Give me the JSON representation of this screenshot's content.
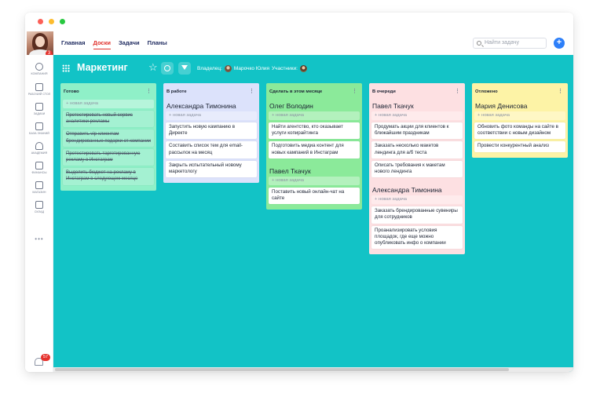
{
  "nav": {
    "tabs": [
      "Главная",
      "Доски",
      "Задачи",
      "Планы"
    ],
    "active": "Доски",
    "search_placeholder": "Найти задачу",
    "add_label": "+",
    "user_badge": "3"
  },
  "sidebar": {
    "items": [
      {
        "label": "КОМПАНИЯ",
        "icon": "people-icon"
      },
      {
        "label": "РАБОЧИЙ СТОЛ",
        "icon": "dashboard-icon"
      },
      {
        "label": "ЗАДАЧИ",
        "icon": "tasks-icon"
      },
      {
        "label": "БАЗА ЗНАНИЙ",
        "icon": "knowledge-icon"
      },
      {
        "label": "АКАДЕМИЯ",
        "icon": "academy-icon"
      },
      {
        "label": "ФИНАНСЫ",
        "icon": "finance-icon"
      },
      {
        "label": "МАГАЗИН",
        "icon": "shop-icon"
      },
      {
        "label": "СКЛАД",
        "icon": "warehouse-icon"
      }
    ],
    "more": "•••",
    "notifications": "57"
  },
  "board": {
    "title": "Маркетинг",
    "owner_label": "Владелец:",
    "owner_name": "Марочко Юлия",
    "participants_label": "Участники:",
    "colors": {
      "background": "#12c3c6",
      "done": "#8ff0c8",
      "in_progress": "#dce2fb",
      "this_month": "#8bea9a",
      "queue": "#fde0e2",
      "postponed": "#fdf3a6"
    },
    "columns": [
      {
        "title": "Готово",
        "groups": [
          {
            "assignee": "",
            "new_task": "+ новая задача",
            "cards": [
              "Протестировать новый сервис аналитики рекламы",
              "Отправить vip-клиентам брендированные подарки от компании",
              "Протестировать таргетированную рекламу в Инстаграм",
              "Выделить бюджет на рекламу в Инстаграм в следующем месяце"
            ]
          }
        ]
      },
      {
        "title": "В работе",
        "groups": [
          {
            "assignee": "Александра Тимонина",
            "new_task": "+ новая задача",
            "cards": [
              "Запустить новую кампанию в Директе",
              "Составить список тем для email-рассылок на месяц",
              "Закрыть испытательный новому маркетологу"
            ]
          }
        ]
      },
      {
        "title": "Сделать в этом месяце",
        "groups": [
          {
            "assignee": "Олег Володин",
            "new_task": "+ новая задача",
            "cards": [
              "Найти агентство, кто оказывает услуги копирайтинга",
              "Подготовить медиа контент для новых кампаний в Инстаграм"
            ]
          },
          {
            "assignee": "Павел Ткачук",
            "new_task": "+ новая задача",
            "cards": [
              "Поставить новый онлайн-чат на сайте"
            ]
          }
        ]
      },
      {
        "title": "В очереди",
        "groups": [
          {
            "assignee": "Павел Ткачук",
            "new_task": "+ новая задача",
            "cards": [
              "Продумать акции для клиентов к ближайшим праздникам",
              "Заказать несколько макетов лендинга для a/б теста",
              "Описать требования к макетам нового лендинга"
            ]
          },
          {
            "assignee": "Александра Тимонина",
            "new_task": "+ новая задача",
            "cards": [
              "Заказать брендированные сувениры для сотрудников",
              "Проанализировать условия площадок, где еще можно опубликовать инфо о компании"
            ]
          }
        ]
      },
      {
        "title": "Отложено",
        "groups": [
          {
            "assignee": "Мария Денисова",
            "new_task": "+ новая задача",
            "cards": [
              "Обновить фото команды на сайте в соответствии с новым дизайном",
              "Провести конкурентный анализ"
            ]
          }
        ]
      }
    ]
  }
}
